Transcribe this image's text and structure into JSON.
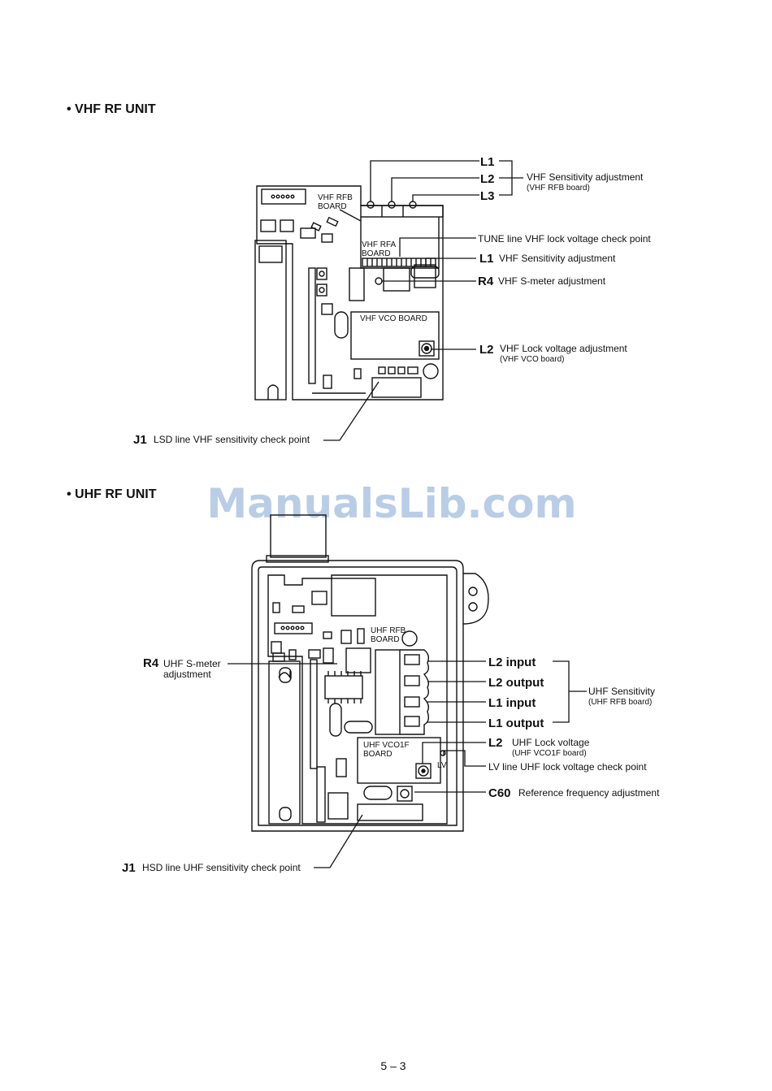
{
  "watermark": "ManualsLib.com",
  "page_number": "5 – 3",
  "vhf": {
    "heading": "• VHF RF UNIT",
    "board_labels": {
      "rfb": [
        "VHF RFB",
        "BOARD"
      ],
      "rfa": [
        "VHF RFA",
        "BOARD"
      ],
      "vco": "VHF VCO BOARD"
    },
    "callouts": {
      "l1": "L1",
      "l2": "L2",
      "l3": "L3",
      "sens_group": "VHF Sensitivity adjustment",
      "sens_group_sub": "(VHF RFB board)",
      "tune": "TUNE line VHF lock voltage check point",
      "rfa_l1_code": "L1",
      "rfa_l1": "VHF Sensitivity adjustment",
      "r4_code": "R4",
      "r4": "VHF S-meter adjustment",
      "vco_l2_code": "L2",
      "vco_l2": "VHF Lock voltage adjustment",
      "vco_l2_sub": "(VHF VCO board)",
      "j1_code": "J1",
      "j1": "LSD line VHF sensitivity check point"
    }
  },
  "uhf": {
    "heading": "• UHF RF UNIT",
    "board_labels": {
      "rfb": [
        "UHF RFB",
        "BOARD"
      ],
      "vco": [
        "UHF VCO1F",
        "BOARD"
      ],
      "lv": "LV"
    },
    "callouts": {
      "r4_code": "R4",
      "r4": [
        "UHF S-meter",
        "adjustment"
      ],
      "l2_input": "L2 input",
      "l2_output": "L2 output",
      "l1_input": "L1 input",
      "l1_output": "L1 output",
      "sens_group": "UHF Sensitivity",
      "sens_group_sub": "(UHF RFB board)",
      "l2_code": "L2",
      "l2": "UHF Lock voltage",
      "l2_sub": "(UHF VCO1F board)",
      "lv_line": "LV line UHF lock voltage check point",
      "c60_code": "C60",
      "c60": "Reference frequency adjustment",
      "j1_code": "J1",
      "j1": "HSD line UHF sensitivity check point"
    }
  }
}
